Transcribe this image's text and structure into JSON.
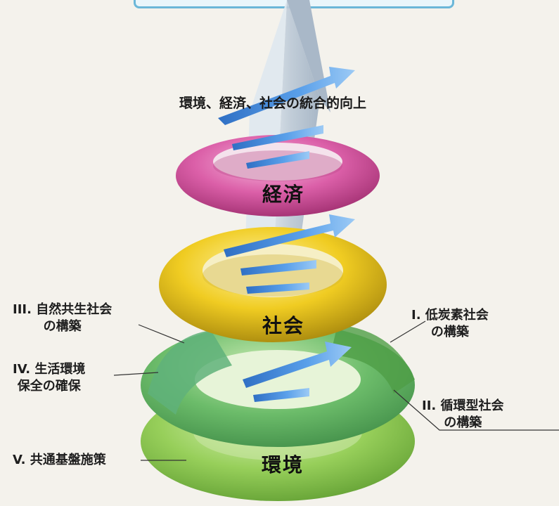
{
  "diagram": {
    "title": "環境、経済、社会の統合的向上",
    "rings": {
      "economy": "経済",
      "society": "社会",
      "environment": "環境"
    },
    "labels": {
      "item1": [
        "I. 低炭素社会",
        "の構築"
      ],
      "item2": [
        "II. 循環型社会",
        "の構築"
      ],
      "item3": [
        "III. 自然共生社会",
        "の構築"
      ],
      "item4": [
        "IV. 生活環境",
        "保全の確保"
      ],
      "item5": [
        "V. 共通基盤施策"
      ]
    },
    "colors": {
      "economy_ring": "#d14f9a",
      "society_ring": "#e9c419",
      "environment_ring": "#8fcb4b",
      "arrow": "#3d86d8",
      "shaft": "#c7d4e0"
    }
  }
}
